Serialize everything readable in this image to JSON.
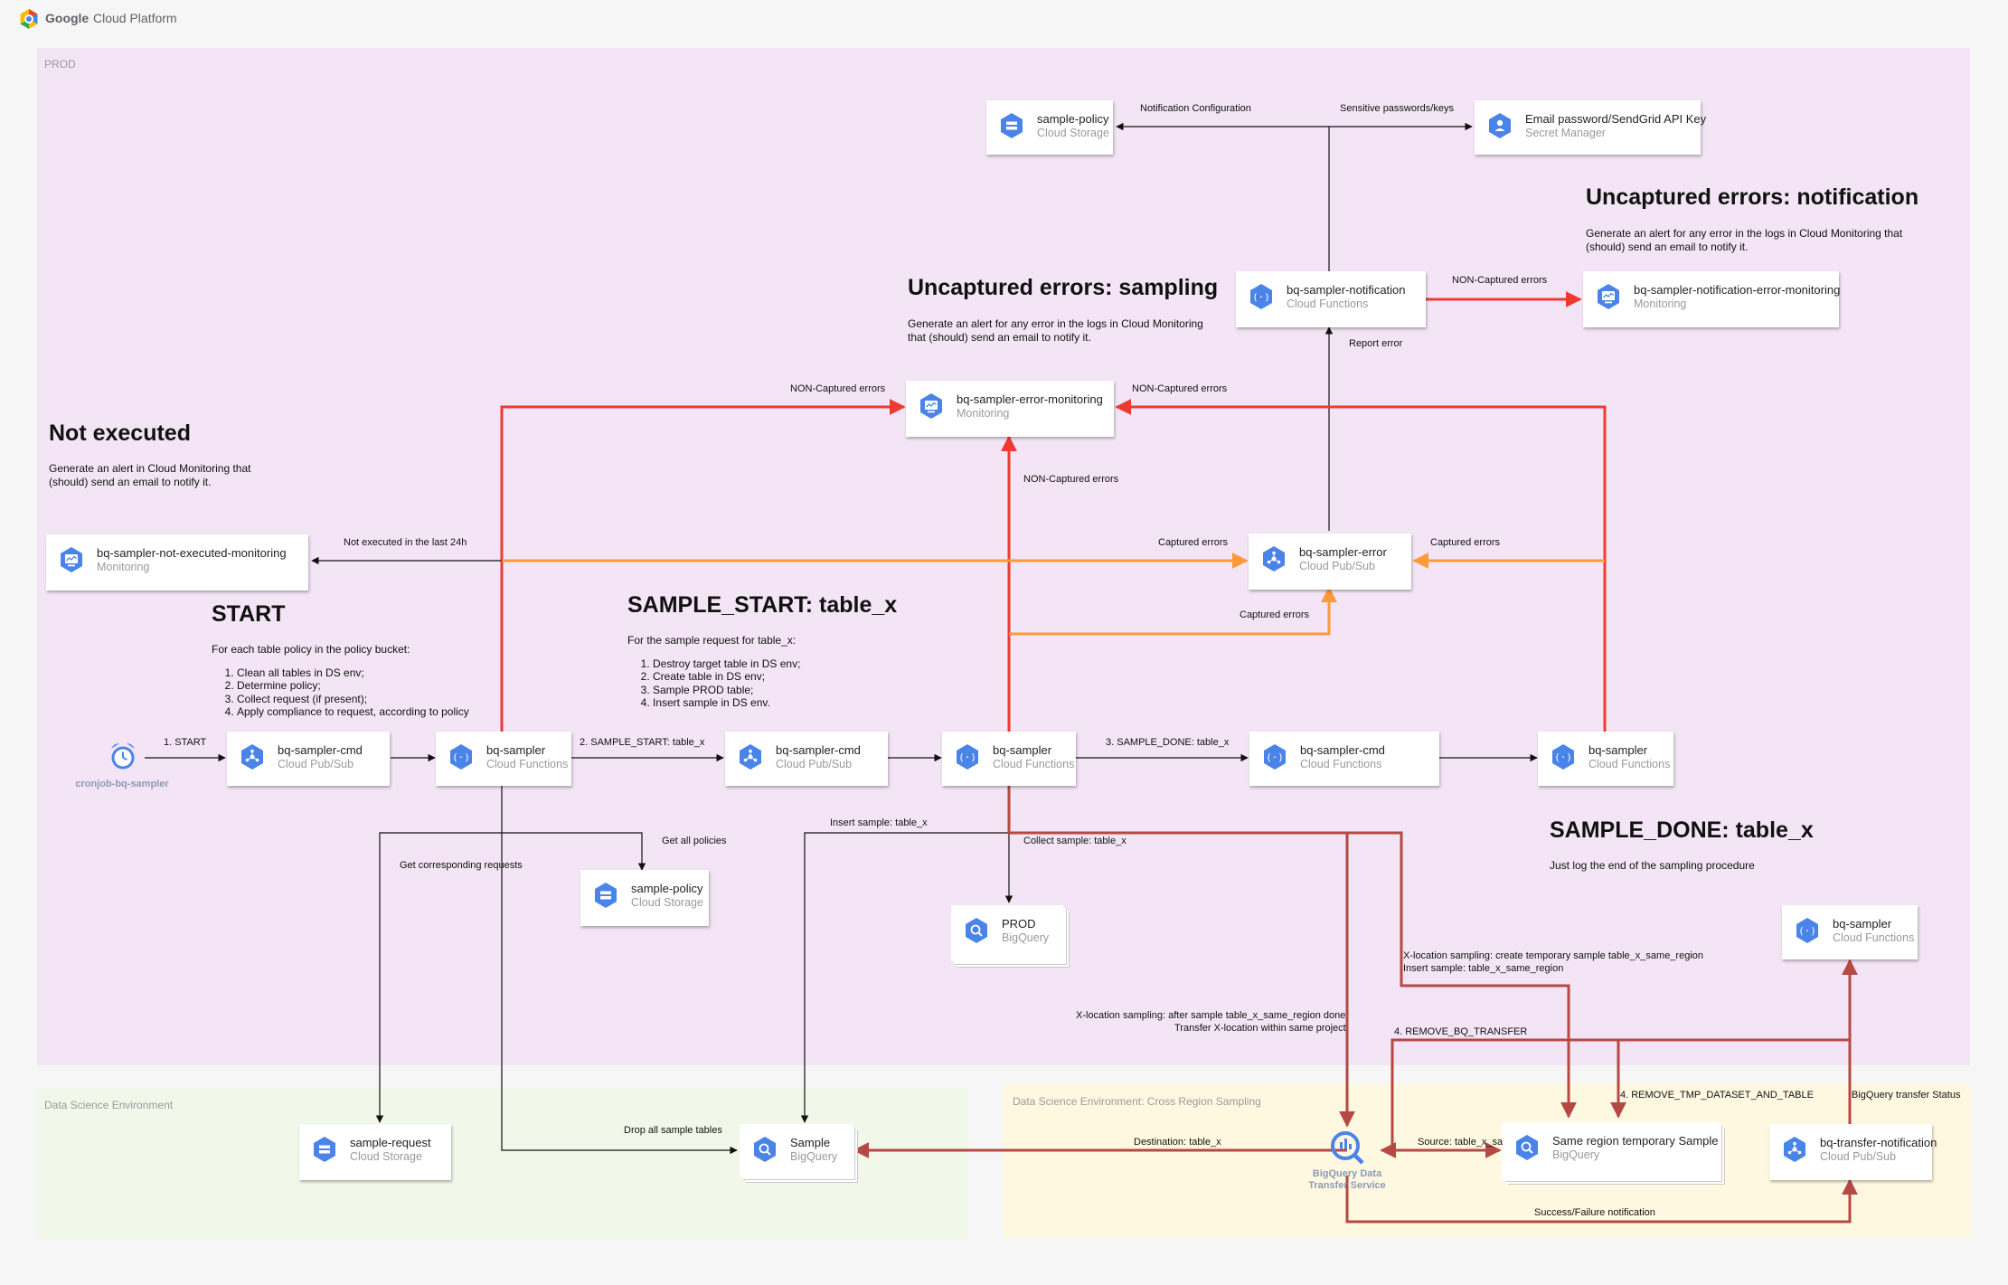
{
  "brand": {
    "google": "Google",
    "platform": "Cloud Platform"
  },
  "zones": {
    "prod": "PROD",
    "ds": "Data Science Environment",
    "ds_cross": "Data Science Environment: Cross Region Sampling"
  },
  "nodes": {
    "policy_top": {
      "title": "sample-policy",
      "sub": "Cloud Storage"
    },
    "secret": {
      "title": "Email password/SendGrid API Key",
      "sub": "Secret Manager"
    },
    "notif_fn": {
      "title": "bq-sampler-notification",
      "sub": "Cloud Functions"
    },
    "notif_mon": {
      "title": "bq-sampler-notification-error-monitoring",
      "sub": "Monitoring"
    },
    "err_mon": {
      "title": "bq-sampler-error-monitoring",
      "sub": "Monitoring"
    },
    "not_exec_mon": {
      "title": "bq-sampler-not-executed-monitoring",
      "sub": "Monitoring"
    },
    "err_pubsub": {
      "title": "bq-sampler-error",
      "sub": "Cloud Pub/Sub"
    },
    "cmd1": {
      "title": "bq-sampler-cmd",
      "sub": "Cloud Pub/Sub"
    },
    "fn1": {
      "title": "bq-sampler",
      "sub": "Cloud Functions"
    },
    "cmd2": {
      "title": "bq-sampler-cmd",
      "sub": "Cloud Pub/Sub"
    },
    "fn2": {
      "title": "bq-sampler",
      "sub": "Cloud Functions"
    },
    "cmd3": {
      "title": "bq-sampler-cmd",
      "sub": "Cloud Functions"
    },
    "fn3": {
      "title": "bq-sampler",
      "sub": "Cloud Functions"
    },
    "policy_mid": {
      "title": "sample-policy",
      "sub": "Cloud Storage"
    },
    "prod_bq": {
      "title": "PROD",
      "sub": "BigQuery"
    },
    "fn4": {
      "title": "bq-sampler",
      "sub": "Cloud Functions"
    },
    "request": {
      "title": "sample-request",
      "sub": "Cloud Storage"
    },
    "sample_bq": {
      "title": "Sample",
      "sub": "BigQuery"
    },
    "temp_bq": {
      "title": "Same region temporary Sample",
      "sub": "BigQuery"
    },
    "transfer_notif": {
      "title": "bq-transfer-notification",
      "sub": "Cloud Pub/Sub"
    },
    "cron": {
      "title": "cronjob-bq-sampler"
    },
    "dts": {
      "title": "BigQuery Data Transfer Service"
    }
  },
  "headers": {
    "notification": "Uncaptured errors: notification",
    "sampling": "Uncaptured errors: sampling",
    "not_executed": "Not executed",
    "start": "START",
    "sample_start": "SAMPLE_START: table_x",
    "sample_done": "SAMPLE_DONE: table_x"
  },
  "texts": {
    "notification": "Generate an alert for any error in the logs in Cloud Monitoring that (should) send an email to notify it.",
    "sampling": "Generate an alert for any error in the logs in Cloud Monitoring that (should) send an email to notify it.",
    "not_executed": "Generate an alert in Cloud Monitoring that (should) send an email to notify it.",
    "start_intro": "For each table policy in the policy bucket:",
    "start_items": [
      "Clean all tables in DS env;",
      "Determine policy;",
      "Collect request (if present);",
      "Apply compliance to request, according to policy"
    ],
    "sample_start_intro": "For the sample request for table_x:",
    "sample_start_items": [
      "Destroy target table in DS env;",
      "Create table in DS env;",
      "Sample PROD table;",
      "Insert sample in DS env."
    ],
    "sample_done": "Just log the end of the sampling procedure"
  },
  "edges": {
    "notification_config": "Notification Configuration",
    "sensitive": "Sensitive passwords/keys",
    "non_captured_a": "NON-Captured errors",
    "report_error": "Report error",
    "non_captured_b": "NON-Captured errors",
    "non_captured_c": "NON-Captured errors",
    "non_captured_d": "NON-Captured errors",
    "not_executed_24h": "Not executed in the last 24h",
    "captured_a": "Captured errors",
    "captured_b": "Captured errors",
    "captured_c": "Captured errors",
    "start": "1. START",
    "sample_start": "2. SAMPLE_START: table_x",
    "sample_done": "3. SAMPLE_DONE: table_x",
    "get_all_policies": "Get all policies",
    "get_requests": "Get corresponding requests",
    "insert_sample": "Insert sample: table_x",
    "collect_sample": "Collect sample: table_x",
    "xloc_create_1": "X-location sampling: create temporary sample table_x_same_region",
    "xloc_create_2": "Insert sample: table_x_same_region",
    "xloc_after_1": "X-location sampling: after sample table_x_same_region done",
    "xloc_after_2": "Transfer X-location within same project",
    "remove_transfer": "4. REMOVE_BQ_TRANSFER",
    "remove_tmp": "4. REMOVE_TMP_DATASET_AND_TABLE",
    "transfer_status": "BigQuery transfer Status",
    "drop_tables": "Drop all sample tables",
    "destination": "Destination: table_x",
    "source": "Source: table_x_sa",
    "success_failure": "Success/Failure notification"
  },
  "colors": {
    "prod_zone": "#f3e5f5",
    "ds_zone": "#f1f8e9",
    "cross_zone": "#fff8e1",
    "red": "#ef3a32",
    "orange": "#fa9a3a",
    "brown": "#b54943",
    "gcp_blue": "#4a84e8"
  }
}
